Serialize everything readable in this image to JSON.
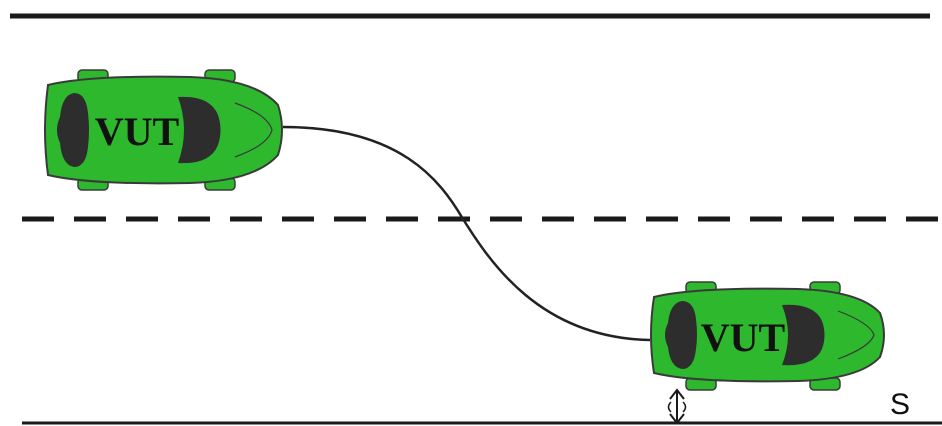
{
  "scene": {
    "vehicles": [
      {
        "label": "VUT",
        "color": "#2db82d"
      },
      {
        "label": "VUT",
        "color": "#2db82d"
      }
    ],
    "offset_label": "S"
  },
  "colors": {
    "car_body": "#2db82d",
    "car_outline": "#3a3a3a",
    "car_glass": "#2d2d2d",
    "road_line": "#1a1a1a",
    "path": "#222222"
  }
}
